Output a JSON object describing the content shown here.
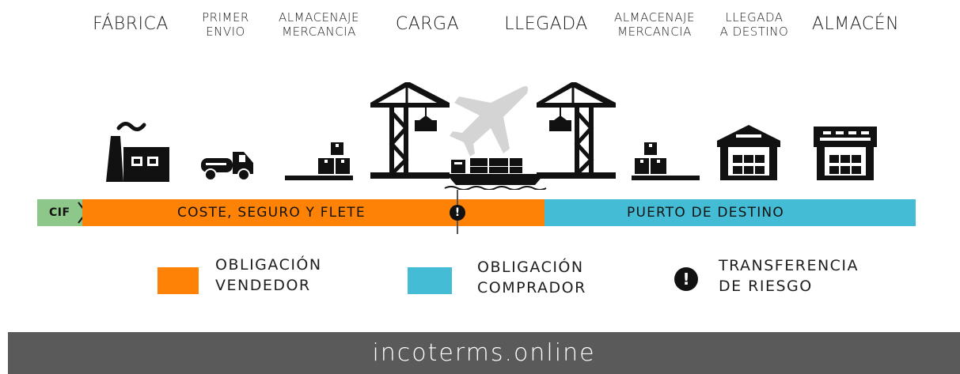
{
  "stages": [
    {
      "lines": [
        "FÁBRICA"
      ]
    },
    {
      "lines": [
        "PRIMER",
        "ENVIO"
      ]
    },
    {
      "lines": [
        "ALMACENAJE",
        "MERCANCIA"
      ]
    },
    {
      "lines": [
        "CARGA"
      ]
    },
    {
      "lines": [
        "LLEGADA"
      ]
    },
    {
      "lines": [
        "ALMACENAJE",
        "MERCANCIA"
      ]
    },
    {
      "lines": [
        "LLEGADA",
        "A DESTINO"
      ]
    },
    {
      "lines": [
        "ALMACÉN"
      ]
    }
  ],
  "icons": [
    "factory-icon",
    "truck-icon",
    "warehouse-dock-icon",
    "crane-icon",
    "ship-plane-icon",
    "crane-icon",
    "warehouse-dock-icon",
    "warehouse-icon",
    "warehouse-icon"
  ],
  "band": {
    "term": "CIF",
    "seller_segment": "COSTE, SEGURO Y FLETE",
    "buyer_segment": "PUERTO DE DESTINO",
    "risk_symbol": "!"
  },
  "legend": {
    "seller": [
      "OBLIGACIÓN",
      "VENDEDOR"
    ],
    "buyer": [
      "OBLIGACIÓN",
      "COMPRADOR"
    ],
    "risk": [
      "TRANSFERENCIA",
      "DE RIESGO"
    ],
    "risk_symbol": "!"
  },
  "colors": {
    "seller": "#fd8205",
    "buyer": "#45bcd5",
    "term_tag": "#8dc88a",
    "footer": "#5a5a5a"
  },
  "footer": {
    "brand": "incoterms.online"
  }
}
